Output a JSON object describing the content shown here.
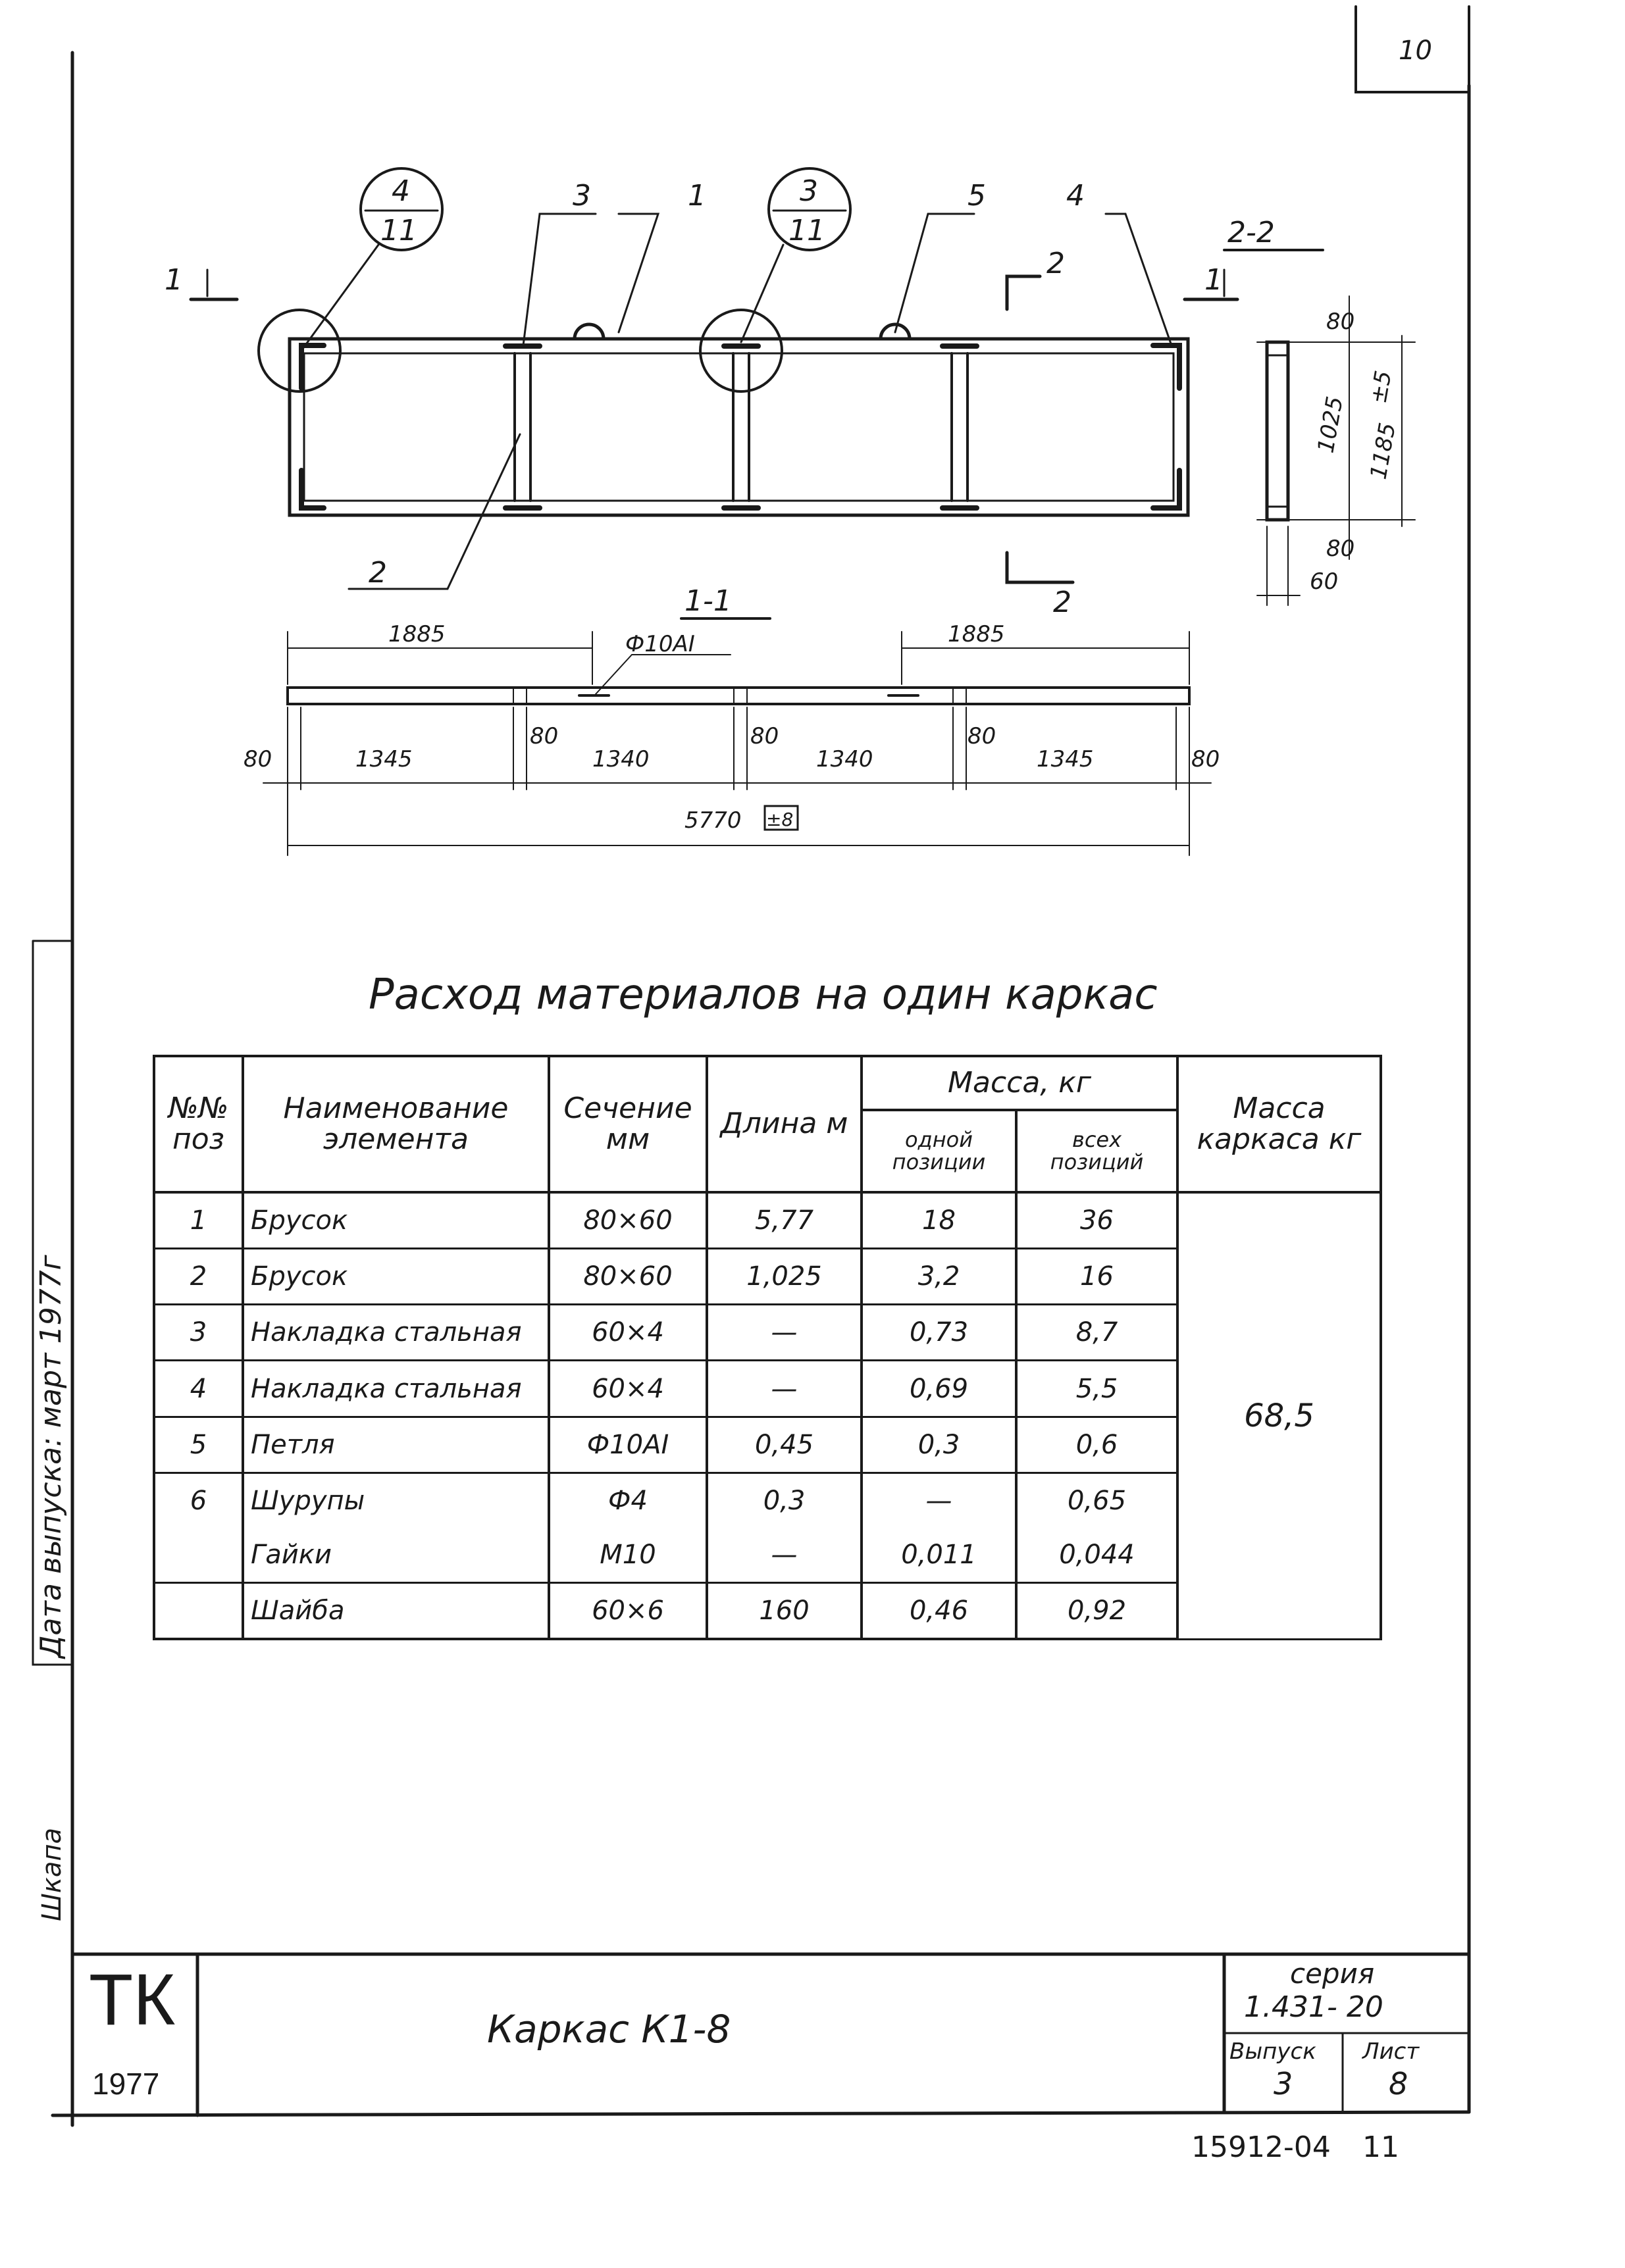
{
  "page": {
    "corner_number": "10",
    "left_margin_text": "Дата выпуска: март 1977г",
    "left_margin_text_2": "Шкапа"
  },
  "drawing": {
    "callouts": {
      "node_left_top": "4",
      "node_left_bottom": "11",
      "node_mid_top": "3",
      "node_mid_bottom": "11",
      "pos_3": "3",
      "pos_1": "1",
      "pos_5": "5",
      "pos_4": "4",
      "pos_2": "2"
    },
    "section_marks": {
      "sec_1_left": "1",
      "sec_1_right": "1",
      "sec_2_top": "2",
      "sec_2_bottom": "2",
      "view_2_2": "2-2",
      "view_1_1": "1-1"
    },
    "dims_side": {
      "top": "80",
      "mid": "1025",
      "overall": "1185",
      "tol": "±5",
      "bottom": "80",
      "width": "60"
    },
    "dims_section": {
      "left_span": "1885",
      "right_span": "1885",
      "rod": "Ф10АI",
      "end_left": "80",
      "span1": "1345",
      "gap1": "80",
      "span2": "1340",
      "gap2": "80",
      "span3": "1340",
      "gap3": "80",
      "span4": "1345",
      "end_right": "80",
      "total": "5770",
      "total_tol": "±8"
    }
  },
  "table": {
    "caption": "Расход материалов на один каркас",
    "headers": {
      "pos": "№№ поз",
      "name": "Наименование элемента",
      "section": "Сечение мм",
      "length": "Длина м",
      "mass": "Масса, кг",
      "mass_one": "одной позиции",
      "mass_all": "всех позиций",
      "frame_mass": "Масса каркаса кг"
    },
    "rows": [
      {
        "pos": "1",
        "name": "Брусок",
        "section": "80×60",
        "length": "5,77",
        "one": "18",
        "all": "36"
      },
      {
        "pos": "2",
        "name": "Брусок",
        "section": "80×60",
        "length": "1,025",
        "one": "3,2",
        "all": "16"
      },
      {
        "pos": "3",
        "name": "Накладка стальная",
        "section": "60×4",
        "length": "—",
        "one": "0,73",
        "all": "8,7"
      },
      {
        "pos": "4",
        "name": "Накладка стальная",
        "section": "60×4",
        "length": "—",
        "one": "0,69",
        "all": "5,5"
      },
      {
        "pos": "5",
        "name": "Петля",
        "section": "Ф10АI",
        "length": "0,45",
        "one": "0,3",
        "all": "0,6"
      },
      {
        "pos": "6",
        "name": "Шурупы",
        "section": "Ф4",
        "length": "0,3",
        "one": "—",
        "all": "0,65"
      },
      {
        "pos": "",
        "name": "Гайки",
        "section": "М10",
        "length": "—",
        "one": "0,011",
        "all": "0,044"
      },
      {
        "pos": "",
        "name": "Шайба",
        "section": "60×6",
        "length": "160",
        "one": "0,46",
        "all": "0,92"
      }
    ],
    "frame_mass": "68,5"
  },
  "title_block": {
    "logo_tk": "ТК",
    "logo_year": "1977",
    "title": "Каркас К1-8",
    "series_label": "серия",
    "series_value": "1.431- 20",
    "issue_label": "Выпуск",
    "issue_value": "3",
    "sheet_label": "Лист",
    "sheet_value": "8"
  },
  "footer": {
    "code": "15912-04",
    "page": "11"
  }
}
